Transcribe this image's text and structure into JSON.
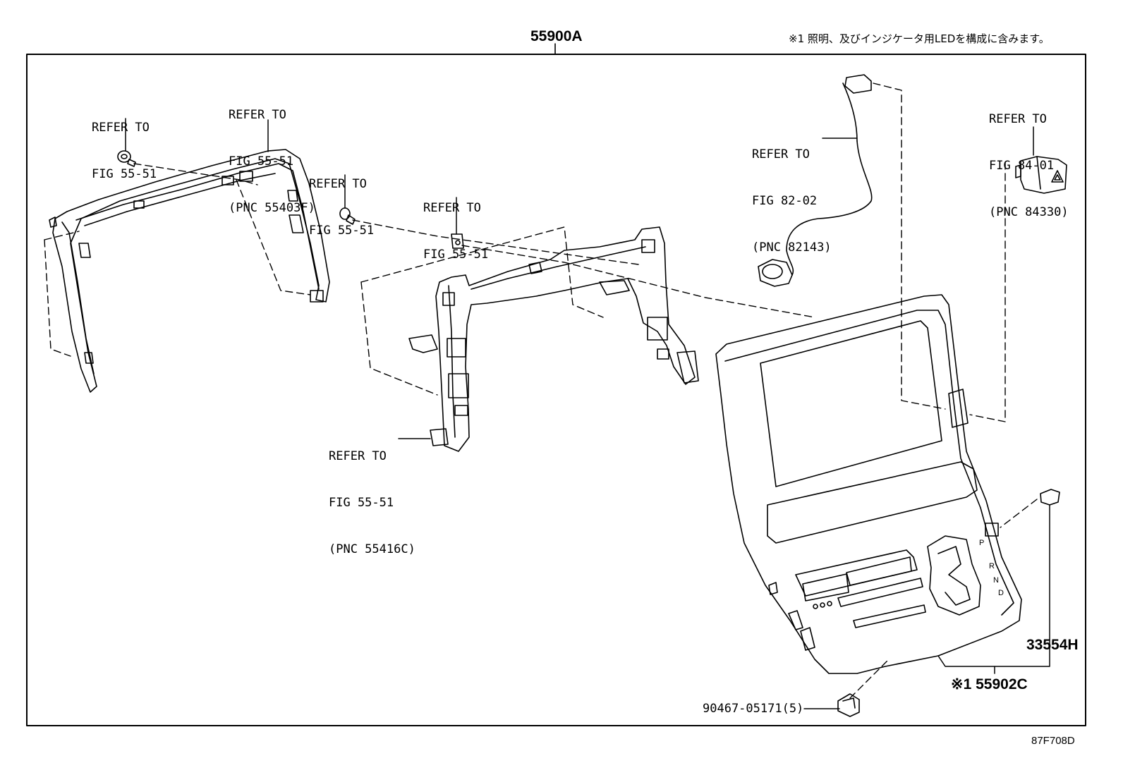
{
  "header": {
    "main_part": "55900A",
    "note": "※1 照明、及びインジケータ用LEDを構成に含みます。"
  },
  "callouts": [
    {
      "id": "c1",
      "lines": [
        "REFER TO",
        "FIG 55-51"
      ]
    },
    {
      "id": "c2",
      "lines": [
        "REFER TO",
        "FIG 55-51",
        "(PNC 55403F)"
      ]
    },
    {
      "id": "c3",
      "lines": [
        "REFER TO",
        "FIG 55-51"
      ]
    },
    {
      "id": "c4",
      "lines": [
        "REFER TO",
        "FIG 55-51"
      ]
    },
    {
      "id": "c5",
      "lines": [
        "REFER TO",
        "FIG 82-02",
        "(PNC 82143)"
      ]
    },
    {
      "id": "c6",
      "lines": [
        "REFER TO",
        "FIG 84-01",
        "(PNC 84330)"
      ]
    },
    {
      "id": "c7",
      "lines": [
        "REFER TO",
        "FIG 55-51",
        "(PNC 55416C)"
      ]
    }
  ],
  "parts": {
    "p33554": "33554H",
    "p55902": "※1 55902C",
    "p90467": "90467-05171(5)"
  },
  "illustration_code": "87F708D",
  "panel_text": {
    "p": "P",
    "r": "R",
    "n": "N",
    "d": "D"
  }
}
